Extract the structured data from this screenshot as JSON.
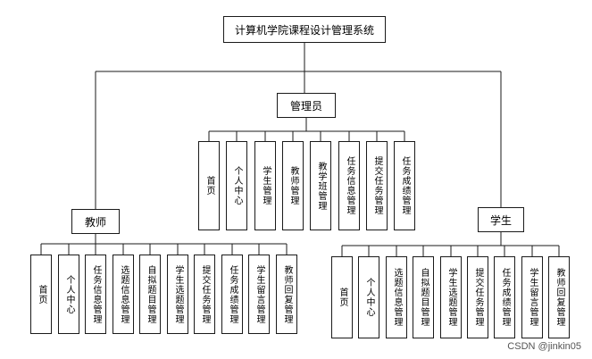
{
  "root": "计算机学院课程设计管理系统",
  "admin": {
    "label": "管理员",
    "modules": [
      "首页",
      "个人中心",
      "学生管理",
      "教师管理",
      "教学班管理",
      "任务信息管理",
      "提交任务管理",
      "任务成绩管理"
    ]
  },
  "teacher": {
    "label": "教师",
    "modules": [
      "首页",
      "个人中心",
      "任务信息管理",
      "选题信息管理",
      "自拟题目管理",
      "学生选题管理",
      "提交任务管理",
      "任务成绩管理",
      "学生留言管理",
      "教师回复管理"
    ]
  },
  "student": {
    "label": "学生",
    "modules": [
      "首页",
      "个人中心",
      "选题信息管理",
      "自拟题目管理",
      "学生选题管理",
      "提交任务管理",
      "任务成绩管理",
      "学生留言管理",
      "教师回复管理"
    ]
  },
  "watermark": "CSDN @jinkin05",
  "colors": {
    "line": "#1a1a1a",
    "box_border": "#1a1a1a"
  }
}
